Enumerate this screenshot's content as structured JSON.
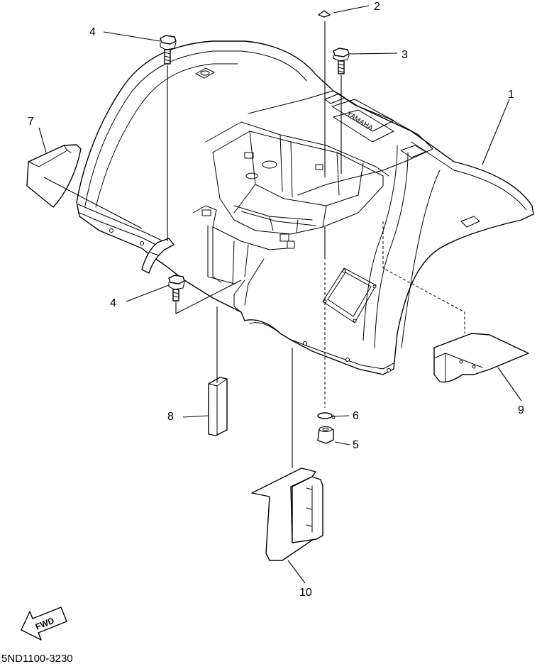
{
  "diagram": {
    "callouts": {
      "c1": "1",
      "c2": "2",
      "c3": "3",
      "c4a": "4",
      "c4b": "4",
      "c5": "5",
      "c6": "6",
      "c7": "7",
      "c8": "8",
      "c9": "9",
      "c10": "10"
    },
    "brand_mark": "YAMAHA",
    "direction_label": "FWD",
    "drawing_code": "5ND1100-3230"
  }
}
